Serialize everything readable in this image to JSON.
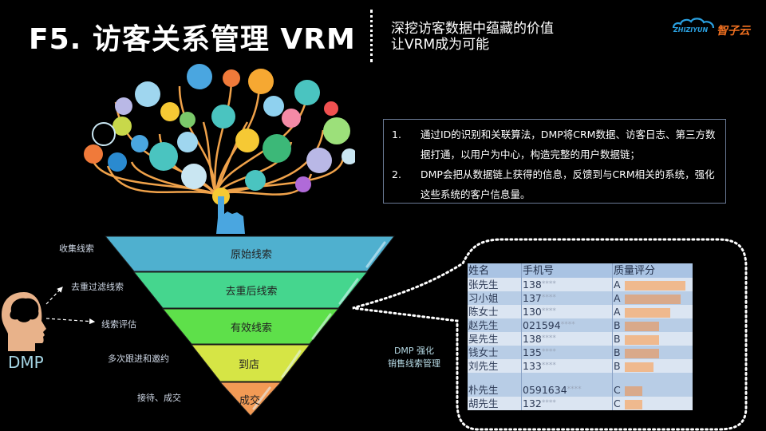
{
  "header": {
    "title": "F5. 访客关系管理 VRM",
    "subtitle_line1": "深挖访客数据中蕴藏的价值",
    "subtitle_line2": "让VRM成为可能",
    "logo": {
      "en": "ZHIZIYUN",
      "cn": "智子云",
      "icon": "cloud-logo-icon"
    }
  },
  "info_box": {
    "items": [
      {
        "num": "1.",
        "text": "通过ID的识别和关联算法，DMP将CRM数据、访客日志、第三方数据打通，以用户为中心，构造完整的用户数据链；"
      },
      {
        "num": "2.",
        "text": "DMP会把从数据链上获得的信息，反馈到与CRM相关的系统，强化这些系统的客户信息量。"
      }
    ]
  },
  "illustration": {
    "icon": "data-tree-network-icon",
    "pointer": "hand-pointer-icon"
  },
  "funnel": {
    "layers": [
      {
        "label": "原始线索",
        "color": "#4fb0cf"
      },
      {
        "label": "去重后线索",
        "color": "#45d68e"
      },
      {
        "label": "有效线索",
        "color": "#5ee04a"
      },
      {
        "label": "到店",
        "color": "#d6e545"
      },
      {
        "label": "成交",
        "color": "#f29a55"
      }
    ],
    "stages": [
      "收集线索",
      "去重过滤线索",
      "线索评估",
      "多次跟进和邀约",
      "接待、成交"
    ]
  },
  "dmp": {
    "label": "DMP",
    "icon": "brain-head-icon"
  },
  "dmp_note": {
    "line1": "DMP 强化",
    "line2": "销售线索管理"
  },
  "table": {
    "headers": [
      "姓名",
      "手机号",
      "质量评分"
    ],
    "rows": [
      {
        "name": "张先生",
        "phone": "138",
        "mask": "****",
        "grade": "A",
        "score": 1.0
      },
      {
        "name": "习小姐",
        "phone": "137",
        "mask": "****",
        "grade": "A",
        "score": 0.92
      },
      {
        "name": "陈女士",
        "phone": "130",
        "mask": "****",
        "grade": "A",
        "score": 0.75
      },
      {
        "name": "赵先生",
        "phone": "021594",
        "mask": "****",
        "grade": "B",
        "score": 0.57
      },
      {
        "name": "吴先生",
        "phone": "138",
        "mask": "****",
        "grade": "B",
        "score": 0.57
      },
      {
        "name": "钱女士",
        "phone": "135",
        "mask": "****",
        "grade": "B",
        "score": 0.57
      },
      {
        "name": "刘先生",
        "phone": "133",
        "mask": "****",
        "grade": "B",
        "score": 0.47
      },
      {
        "name": "朴先生",
        "phone": "0591634",
        "mask": "****",
        "grade": "C",
        "score": 0.29
      },
      {
        "name": "胡先生",
        "phone": "132",
        "mask": "****",
        "grade": "C",
        "score": 0.29
      }
    ]
  }
}
